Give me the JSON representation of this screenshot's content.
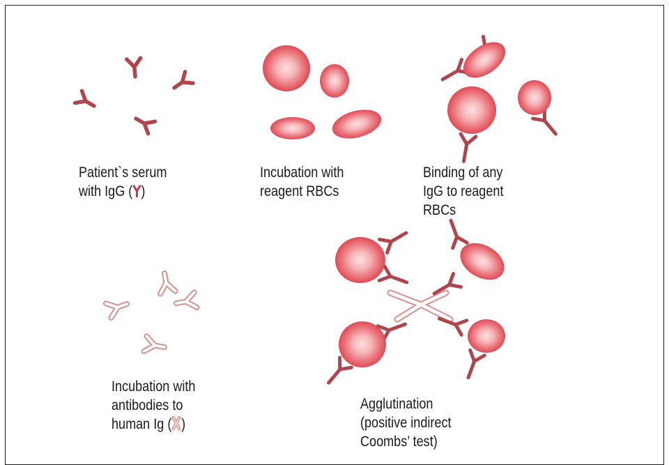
{
  "colors": {
    "igg": "#b0464d",
    "rbc_rim": "#e35a64",
    "rbc_center": "#f7c3c6",
    "anti_ig": "#e4a9a4",
    "frame": "#1a1a1a",
    "text": "#1a1a1a"
  },
  "panels": {
    "serum": {
      "line1": "Patient`s serum",
      "line2_before": "with IgG (",
      "line2_after": ")",
      "glyph": "igg-icon"
    },
    "incubation": {
      "line1": "Incubation with",
      "line2": "reagent RBCs"
    },
    "binding": {
      "line1": "Binding of any",
      "line2": "IgG to reagent",
      "line3": "RBCs"
    },
    "anti_ig": {
      "line1": "Incubation with",
      "line2": "antibodies to",
      "line3_before": "human Ig (",
      "line3_after": ")",
      "glyph": "anti-ig-icon"
    },
    "agglutination": {
      "line1": "Agglutination",
      "line2": "(positive indirect",
      "line3": "Coombs’ test)"
    }
  }
}
